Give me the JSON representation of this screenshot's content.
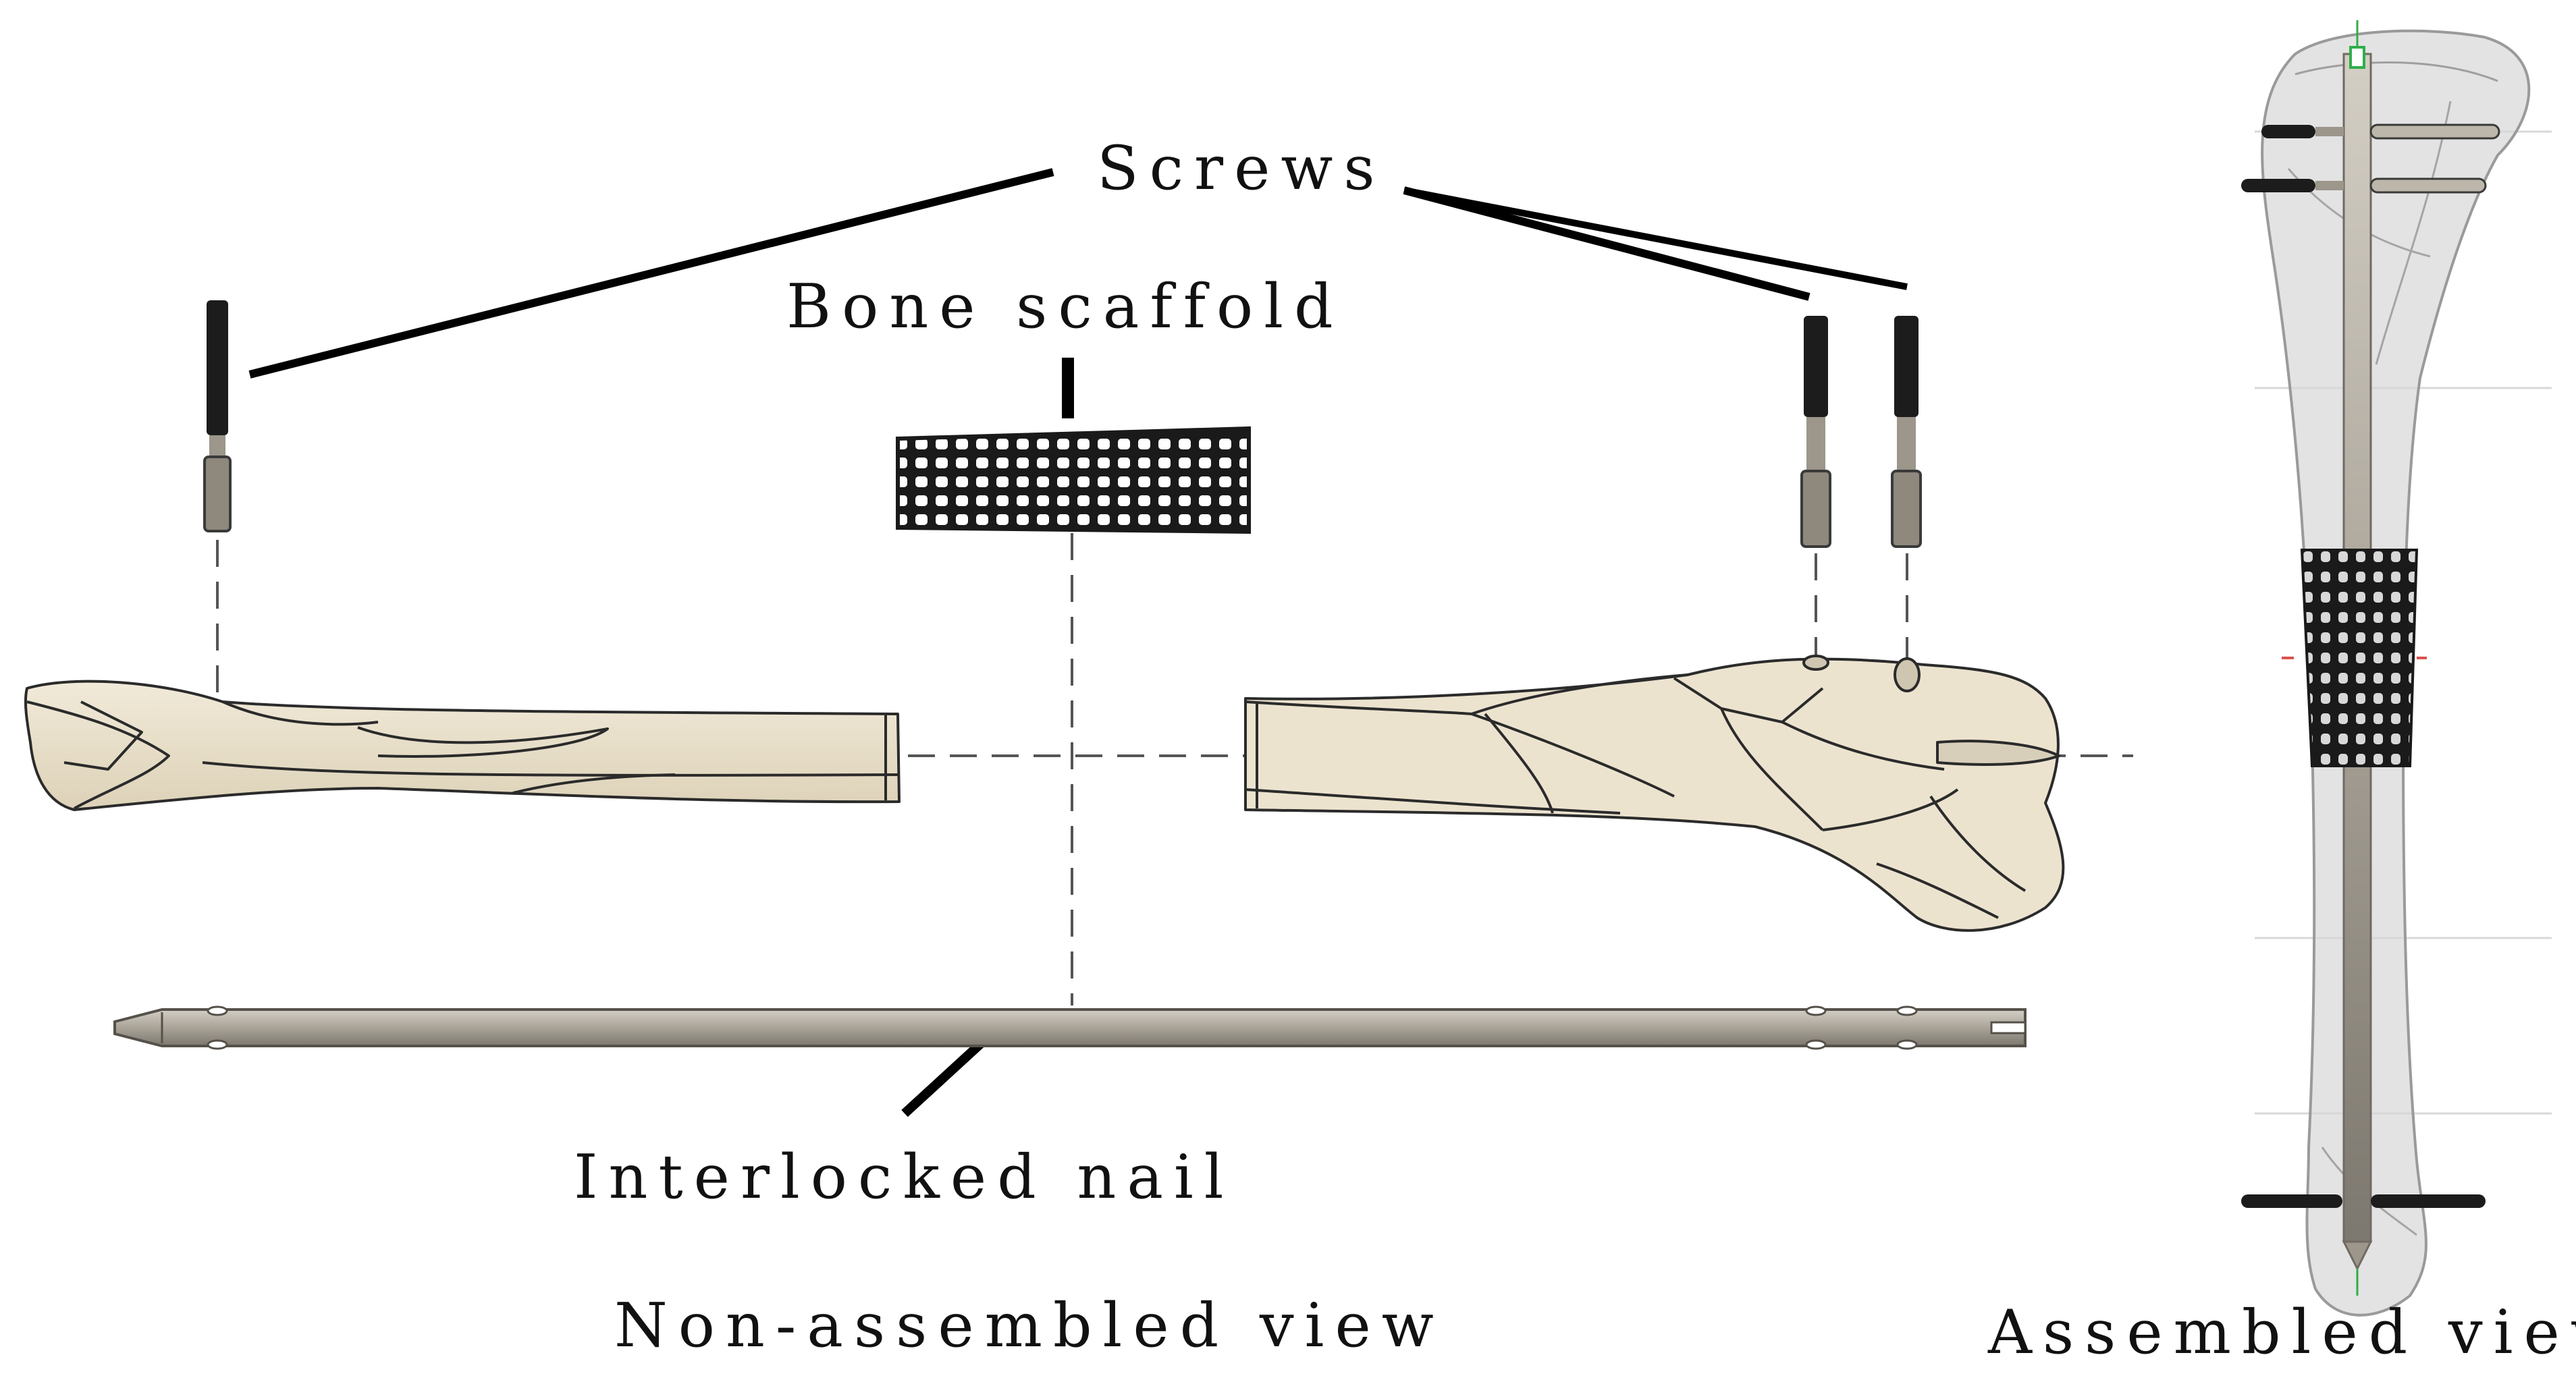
{
  "labels": {
    "screws": "Screws",
    "bone_scaffold": "Bone scaffold",
    "interlocked_nail": "Interlocked nail",
    "non_assembled_view": "Non-assembled view",
    "assembled_view": "Assembled view"
  },
  "colors": {
    "bone_fill": "#e9e0cc",
    "bone_outline": "#2b2b2b",
    "nail_metal": "#b9b3a7",
    "nail_dark": "#6f6a62",
    "screw_thread": "#1c1c1c",
    "screw_shank": "#9c968b",
    "scaffold": "#1a1a1a",
    "assembled_bone": "#cfcfcf",
    "leader_line": "#000000",
    "guide_line": "#555555",
    "marker_green": "#2fae4a",
    "marker_red": "#d9534f"
  }
}
